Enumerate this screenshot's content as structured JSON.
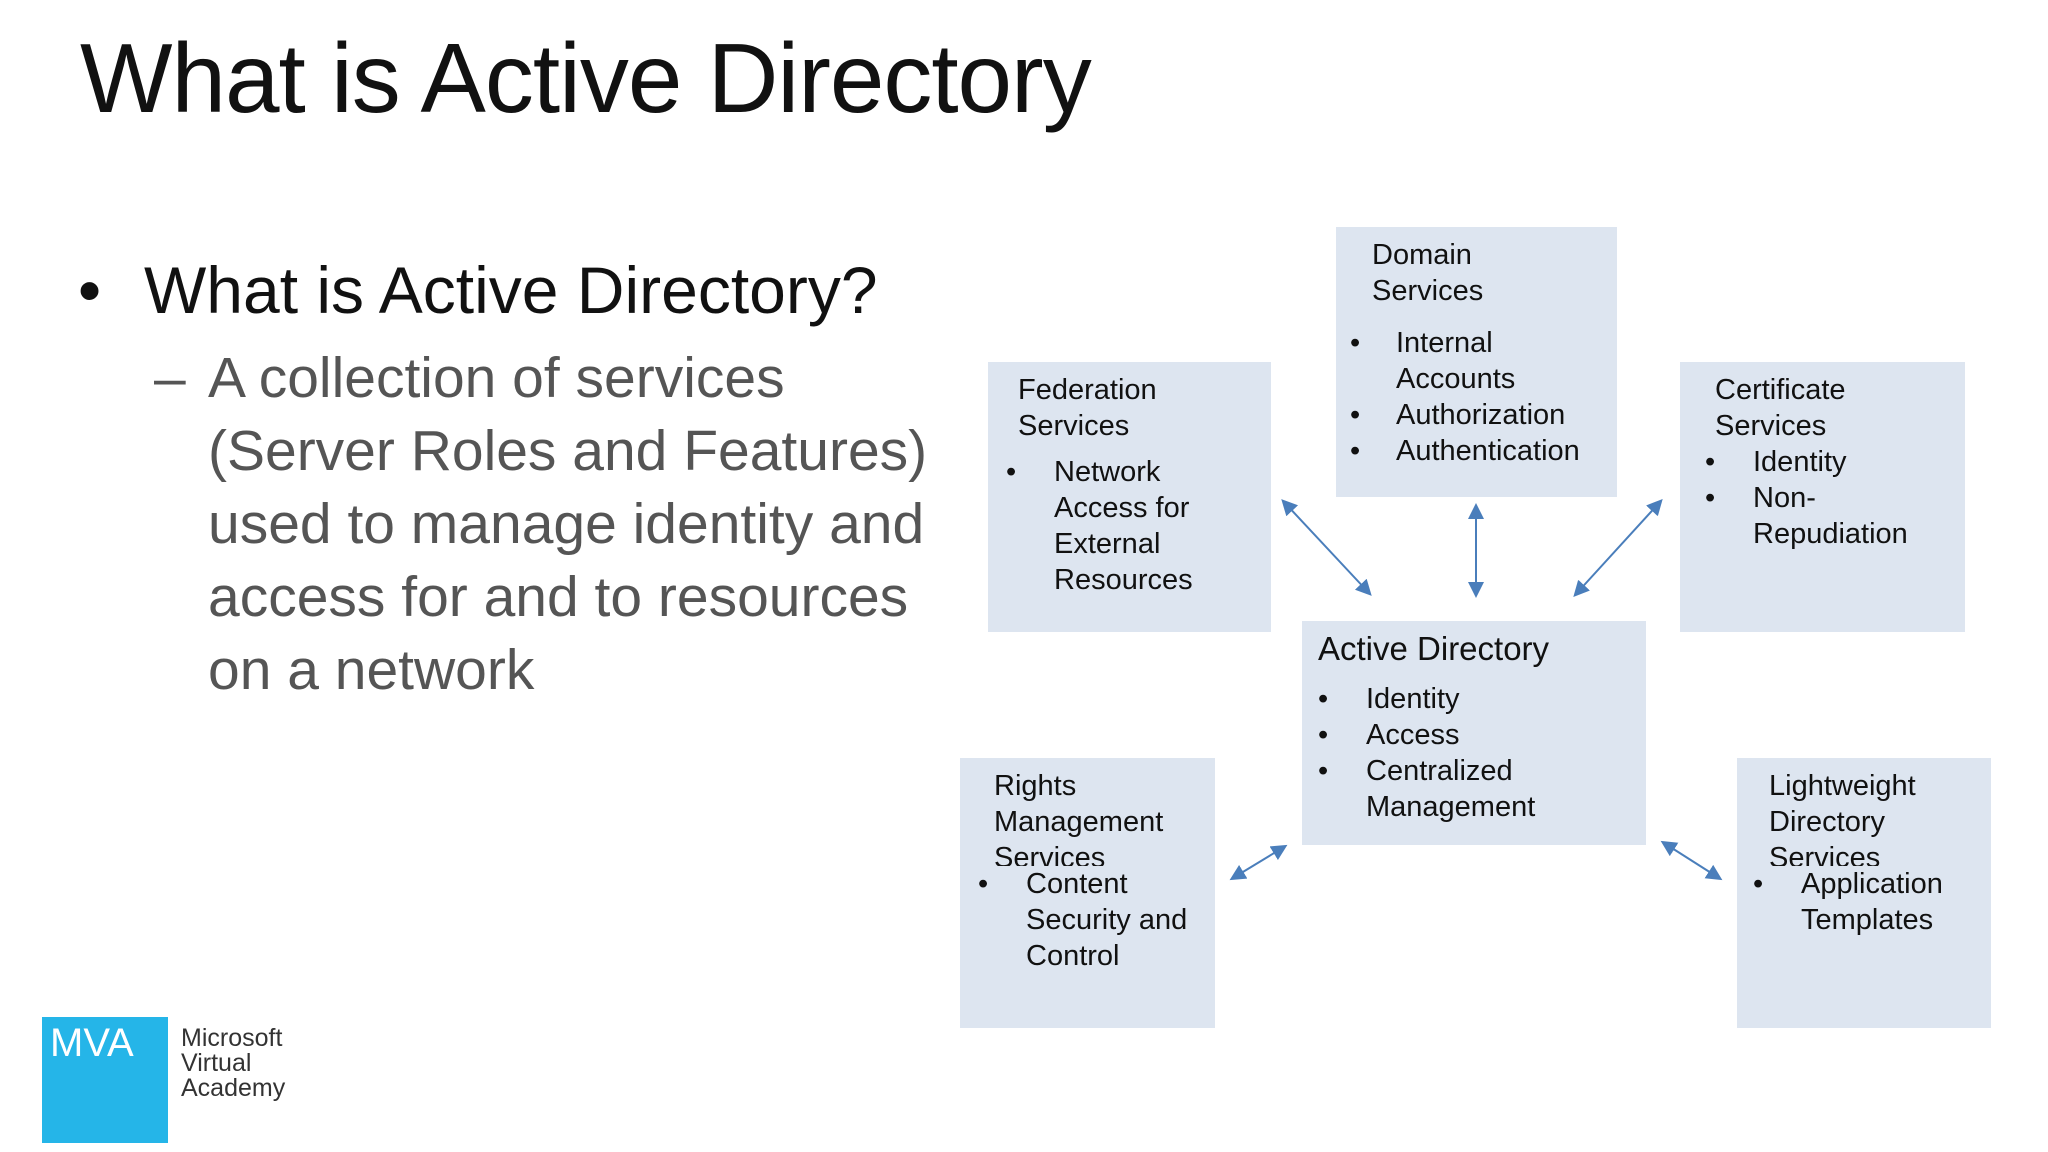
{
  "slide": {
    "title": "What is Active Directory",
    "bullet": "What is Active Directory?",
    "sub_bullet": "A collection of services (Server Roles and Features) used to manage identity and access for and to resources on a network"
  },
  "boxes": {
    "domain": {
      "title": "Domain Services",
      "items": [
        "Internal Accounts",
        "Authorization",
        "Authentication"
      ]
    },
    "federation": {
      "title": "Federation Services",
      "items": [
        "Network Access for External Resources"
      ]
    },
    "certificate": {
      "title": "Certificate Services",
      "items": [
        "Identity",
        "Non-Repudiation"
      ]
    },
    "ad": {
      "title": "Active Directory",
      "items": [
        "Identity",
        "Access",
        "Centralized Management"
      ]
    },
    "rights": {
      "title": "Rights Management Services",
      "items": [
        "Content Security and Control"
      ]
    },
    "lds": {
      "title": "Lightweight Directory Services",
      "items": [
        "Application Templates"
      ]
    }
  },
  "logo": {
    "mark": "MVA",
    "line1": "Microsoft",
    "line2": "Virtual",
    "line3": "Academy"
  },
  "colors": {
    "box": "#dde5f0",
    "arrow": "#4a7ebb",
    "logo": "#25b5e8"
  }
}
